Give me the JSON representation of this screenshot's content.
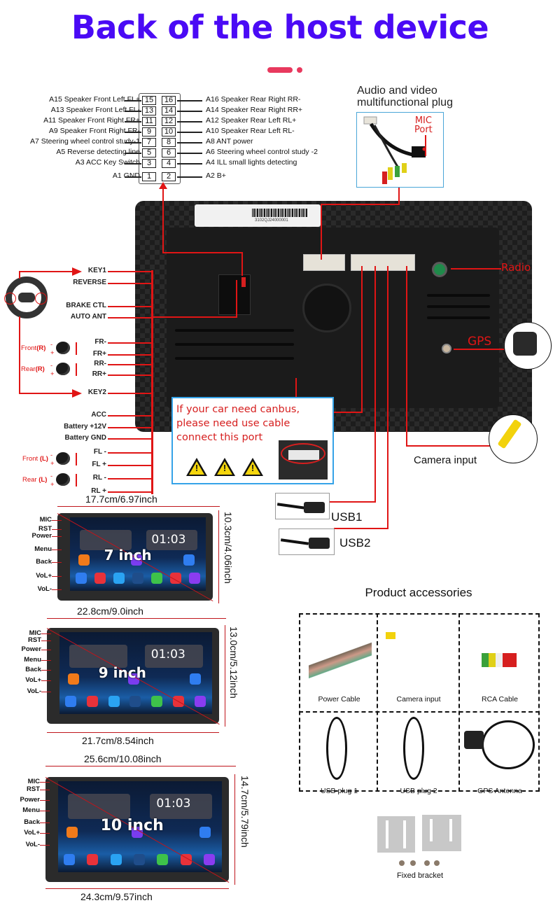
{
  "title": "Back of the host device",
  "pin_connector": {
    "left_pins": [
      {
        "pin": "15",
        "label": "A15  Speaker Front Left FL+"
      },
      {
        "pin": "13",
        "label": "A13  Speaker Front Left FL-"
      },
      {
        "pin": "11",
        "label": "A11  Speaker Front Right FR+"
      },
      {
        "pin": "9",
        "label": "A9    Speaker Front Right FR-"
      },
      {
        "pin": "7",
        "label": "A7   Steering wheel control study-1"
      },
      {
        "pin": "5",
        "label": "A5    Reverse detecting line"
      },
      {
        "pin": "3",
        "label": "A3 ACC Key Switch"
      },
      {
        "pin": "1",
        "label": "A1 GND"
      }
    ],
    "right_pins": [
      {
        "pin": "16",
        "label": "A16 Speaker Rear Right RR-"
      },
      {
        "pin": "14",
        "label": "A14 Speaker Rear Right RR+"
      },
      {
        "pin": "12",
        "label": "A12 Speaker Rear Left RL+"
      },
      {
        "pin": "10",
        "label": "A10 Speaker Rear Left RL-"
      },
      {
        "pin": "8",
        "label": "A8   ANT power"
      },
      {
        "pin": "6",
        "label": "A6   Steering wheel control study -2"
      },
      {
        "pin": "4",
        "label": "A4   ILL small lights detecting"
      },
      {
        "pin": "2",
        "label": "A2   B+"
      }
    ]
  },
  "av_plug": {
    "title_line1": "Audio and video",
    "title_line2": "multifunctional plug",
    "mic_line1": "MIC",
    "mic_line2": "Port"
  },
  "device": {
    "sticker_number": "3102QJ24000001",
    "ports": {
      "radio": "Radio",
      "gps": "GPS",
      "camera": "Camera input",
      "usb1": "USB1",
      "usb2": "USB2"
    }
  },
  "wiring": {
    "labels": [
      "KEY1",
      "REVERSE",
      "BRAKE CTL",
      "AUTO ANT",
      "FR-",
      "FR+",
      "RR-",
      "RR+",
      "KEY2",
      "ACC",
      "Battery +12V",
      "Battery GND",
      "FL -",
      "FL +",
      "RL -",
      "RL +"
    ],
    "speakers": [
      {
        "name": "Front",
        "side": "(R)"
      },
      {
        "name": "Rear",
        "side": "(R)"
      },
      {
        "name": "Front ",
        "side": "(L)"
      },
      {
        "name": "Rear ",
        "side": "(L)"
      }
    ],
    "polarity": [
      "-",
      "+"
    ]
  },
  "canbus": {
    "line1": "If your car need canbus,",
    "line2": "please need use cable",
    "line3": "connect this port",
    "warning_mark": "!"
  },
  "units": [
    {
      "size": "7 inch",
      "top_width": "17.7cm/6.97inch",
      "height": "10.3cm/4.06inch",
      "bottom_width": "",
      "clock": "01:03",
      "side_buttons": [
        "MIC",
        "RST",
        "Power",
        "Menu",
        "Back",
        "VoL+",
        "VoL-"
      ]
    },
    {
      "size": "9 inch",
      "top_width": "22.8cm/9.0inch",
      "height": "13.0cm/5.12inch",
      "bottom_width": "21.7cm/8.54inch",
      "clock": "01:03",
      "side_buttons": [
        "MIC",
        "RST",
        "Power",
        "Menu",
        "Back",
        "VoL+",
        "VoL-"
      ]
    },
    {
      "size": "10 inch",
      "top_width": "25.6cm/10.08inch",
      "height": "14.7cm/5.79inch",
      "bottom_width": "24.3cm/9.57inch",
      "clock": "01:03",
      "side_buttons": [
        "MIC",
        "RST",
        "Power",
        "Menu",
        "Back",
        "VoL+",
        "VoL-"
      ]
    }
  ],
  "accessories": {
    "title": "Product accessories",
    "items": [
      "Power Cable",
      "Camera input",
      "RCA Cable",
      "USB plug 1",
      "USB plug 2",
      "GPS Antenna"
    ],
    "bracket": "Fixed bracket"
  },
  "colors": {
    "title": "#4a0af5",
    "wire": "#e01515",
    "accent": "#e8395e",
    "canbus_border": "#35a3e8"
  }
}
